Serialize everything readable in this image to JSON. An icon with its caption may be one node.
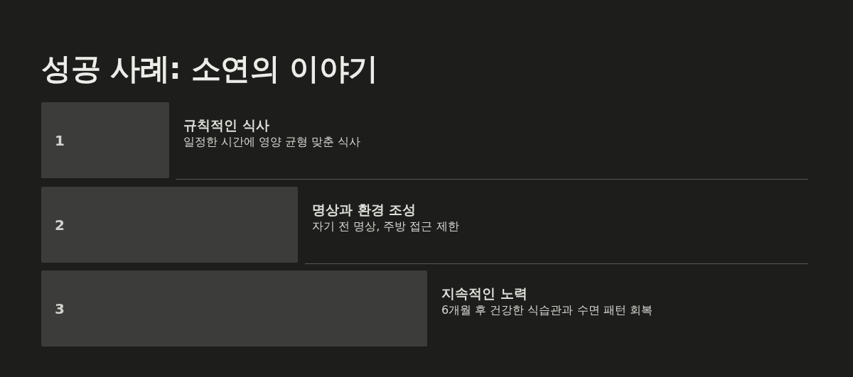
{
  "diagram": {
    "title": "성공 사례: 소연의 이야기",
    "nodes": [
      {
        "text": [
          "1"
        ],
        "beside": [
          "규칙적인 식사",
          "일정한 시간에 영양 균형 맞춘 식사"
        ]
      },
      {
        "text": [
          "2"
        ],
        "beside": [
          "명상과 환경 조성",
          "자기 전 명상, 주방 접근 제한"
        ]
      },
      {
        "text": [
          "3"
        ],
        "beside": [
          "지속적인 노력",
          "6개월 후 건강한 식습관과 수면 패턴 회복"
        ]
      }
    ],
    "edges": []
  }
}
